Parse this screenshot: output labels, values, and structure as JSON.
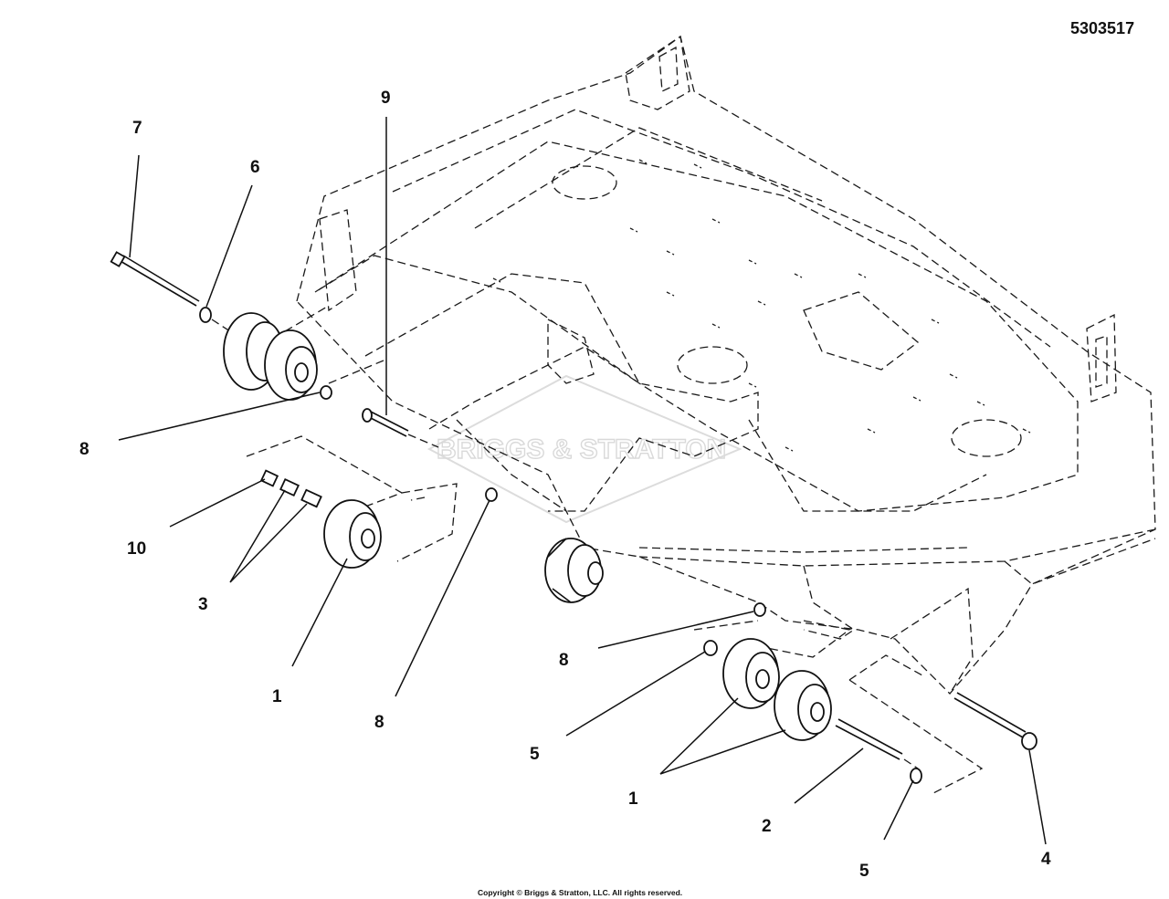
{
  "document": {
    "drawing_number": "5303517",
    "copyright": "Copyright © Briggs & Stratton, LLC. All rights reserved.",
    "watermark": "BRIGGS & STRATTON"
  },
  "callouts": [
    "7",
    "6",
    "9",
    "8",
    "10",
    "3",
    "1",
    "8",
    "8",
    "5",
    "1",
    "2",
    "5",
    "4"
  ]
}
